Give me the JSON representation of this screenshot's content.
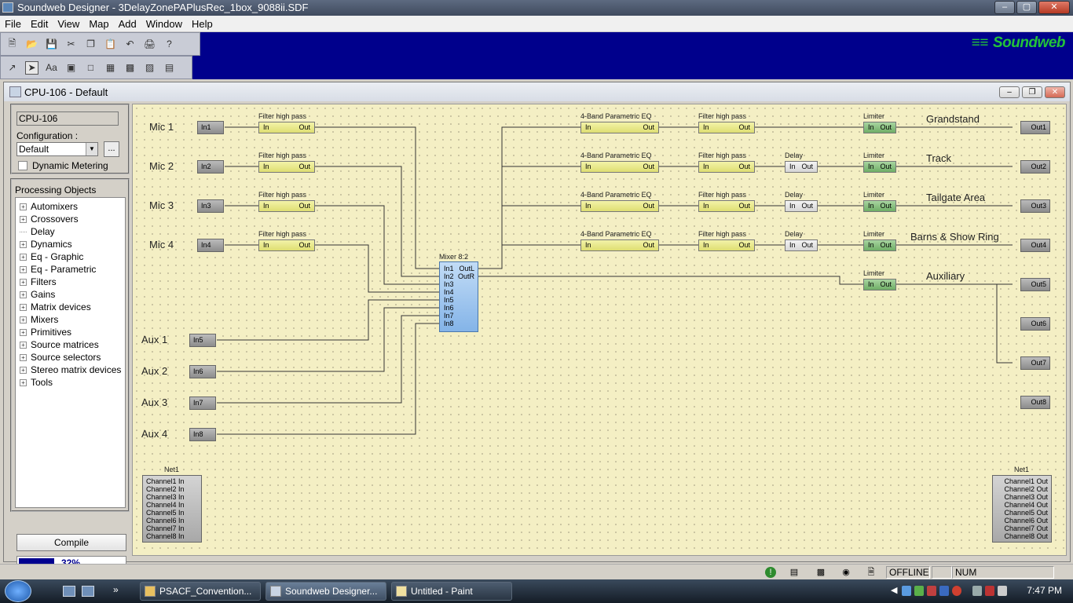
{
  "window": {
    "title": "Soundweb Designer - 3DelayZonePAPlusRec_1box_9088ii.SDF"
  },
  "menu": [
    "File",
    "Edit",
    "View",
    "Map",
    "Add",
    "Window",
    "Help"
  ],
  "logo": {
    "text": "Soundweb"
  },
  "child": {
    "title": "CPU-106 - Default"
  },
  "left": {
    "cpu_name": "CPU-106",
    "config_label": "Configuration :",
    "config_value": "Default",
    "config_more": "...",
    "dynamic_metering": "Dynamic Metering",
    "processing_title": "Processing Objects",
    "tree": [
      "Automixers",
      "Crossovers",
      "Delay",
      "Dynamics",
      "Eq - Graphic",
      "Eq - Parametric",
      "Filters",
      "Gains",
      "Matrix devices",
      "Mixers",
      "Primitives",
      "Source matrices",
      "Source selectors",
      "Stereo matrix devices",
      "Tools"
    ],
    "compile": "Compile",
    "progress": "32%",
    "progress_fraction": 0.32
  },
  "canvas": {
    "inputs": [
      {
        "label": "Mic 1",
        "block": "In1"
      },
      {
        "label": "Mic 2",
        "block": "In2"
      },
      {
        "label": "Mic 3",
        "block": "In3"
      },
      {
        "label": "Mic 4",
        "block": "In4"
      },
      {
        "label": "Aux 1",
        "block": "In5"
      },
      {
        "label": "Aux 2",
        "block": "In6"
      },
      {
        "label": "Aux 3",
        "block": "In7"
      },
      {
        "label": "Aux 4",
        "block": "In8"
      }
    ],
    "filter_title": "Filter high pass",
    "port_in": "In",
    "port_out": "Out",
    "peq_title": "4-Band Parametric EQ",
    "delay_title": "Delay",
    "limiter_title": "Limiter",
    "mixer": {
      "title": "Mixer 8:2",
      "inputs": [
        "In1",
        "In2",
        "In3",
        "In4",
        "In5",
        "In6",
        "In7",
        "In8"
      ],
      "outputs": [
        "OutL",
        "OutR"
      ]
    },
    "zones": [
      "Grandstand",
      "Track",
      "Tailgate Area",
      "Barns & Show Ring",
      "Auxiliary"
    ],
    "outputs": [
      "Out1",
      "Out2",
      "Out3",
      "Out4",
      "Out5",
      "Out6",
      "Out7",
      "Out8"
    ],
    "net_in": {
      "title": "Net1",
      "channels": [
        "Channel1 In",
        "Channel2 In",
        "Channel3 In",
        "Channel4 In",
        "Channel5 In",
        "Channel6 In",
        "Channel7 In",
        "Channel8 In"
      ]
    },
    "net_out": {
      "title": "Net1",
      "channels": [
        "Channel1 Out",
        "Channel2 Out",
        "Channel3 Out",
        "Channel4 Out",
        "Channel5 Out",
        "Channel6 Out",
        "Channel7 Out",
        "Channel8 Out"
      ]
    }
  },
  "status": {
    "offline": "OFFLINE",
    "num": "NUM"
  },
  "taskbar": {
    "tasks": [
      "PSACF_Convention...",
      "Soundweb Designer...",
      "Untitled - Paint"
    ],
    "clock": "7:47 PM"
  }
}
